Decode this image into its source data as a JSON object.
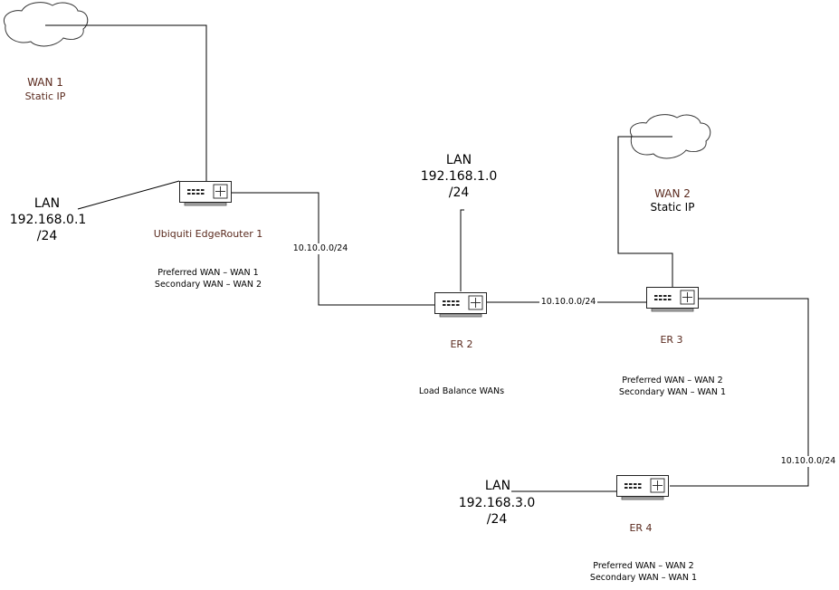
{
  "diagram": {
    "title": "Multi-WAN EdgeRouter network",
    "clouds": [
      {
        "id": "wan1",
        "label": "WAN 1",
        "sublabel": "Static IP"
      },
      {
        "id": "wan2",
        "label": "WAN 2",
        "sublabel": "Static IP"
      }
    ],
    "routers": [
      {
        "id": "er1",
        "name": "Ubiquiti EdgeRouter 1",
        "notes": [
          "Preferred WAN – WAN 1",
          "Secondary WAN – WAN 2"
        ],
        "lan": [
          "LAN",
          "192.168.0.1",
          "/24"
        ]
      },
      {
        "id": "er2",
        "name": "ER 2",
        "notes": [
          "Load Balance WANs"
        ],
        "lan": [
          "LAN",
          "192.168.1.0",
          "/24"
        ]
      },
      {
        "id": "er3",
        "name": "ER 3",
        "notes": [
          "Preferred WAN – WAN 2",
          "Secondary WAN – WAN 1"
        ]
      },
      {
        "id": "er4",
        "name": "ER 4",
        "notes": [
          "Preferred WAN – WAN 2",
          "Secondary WAN – WAN 1"
        ],
        "lan": [
          "LAN",
          "192.168.3.0",
          "/24"
        ]
      }
    ],
    "links": [
      {
        "from": "er1",
        "to": "er2",
        "label": "10.10.0.0/24"
      },
      {
        "from": "er2",
        "to": "er3",
        "label": "10.10.0.0/24"
      },
      {
        "from": "er3",
        "to": "er4",
        "label": "10.10.0.0/24"
      }
    ],
    "colors": {
      "line": "#000000",
      "label_accent": "#5a2a1e"
    }
  }
}
